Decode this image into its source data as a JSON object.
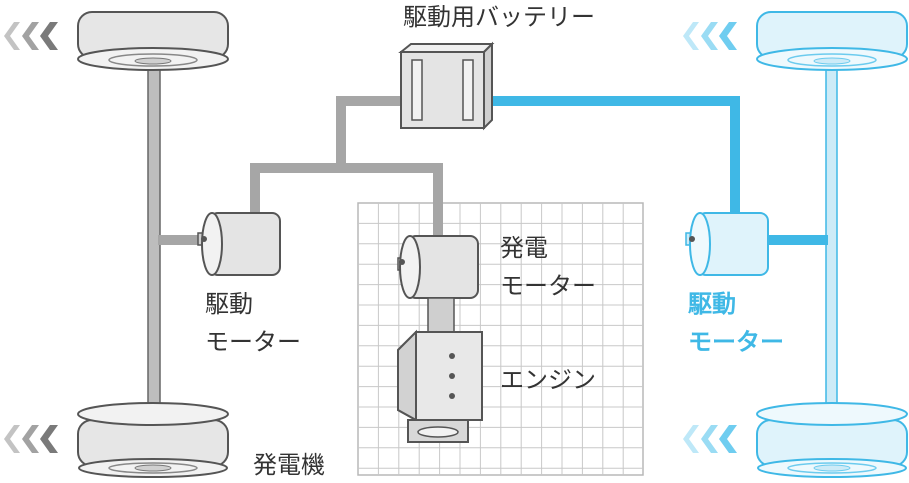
{
  "labels": {
    "battery": "駆動用バッテリー",
    "left_motor_line1": "駆動",
    "left_motor_line2": "モーター",
    "gen_motor_line1": "発電",
    "gen_motor_line2": "モーター",
    "engine": "エンジン",
    "generator": "発電機",
    "right_motor_line1": "駆動",
    "right_motor_line2": "モーター"
  },
  "colors": {
    "gray_path": "#a6a6a6",
    "blue_path": "#3fb8e6",
    "grid_line": "#c8c8c8",
    "gray_fill": "#e4e4e4",
    "blue_fill": "#dff3fb",
    "outline": "#555555",
    "arrow_gray": "#777777",
    "arrow_blue": "#8fd6f3"
  }
}
